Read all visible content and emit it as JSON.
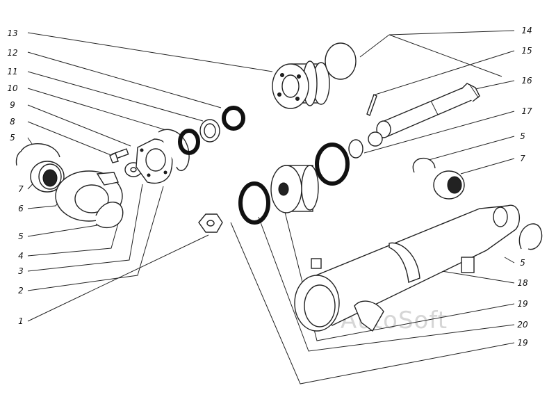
{
  "diagram": {
    "watermark": "AutoSoft",
    "labels": [
      "13",
      "12",
      "11",
      "10",
      "9",
      "8",
      "5",
      "7",
      "6",
      "5",
      "4",
      "3",
      "2",
      "1",
      "14",
      "15",
      "16",
      "17",
      "5",
      "7",
      "5",
      "18",
      "19",
      "20",
      "19"
    ]
  }
}
